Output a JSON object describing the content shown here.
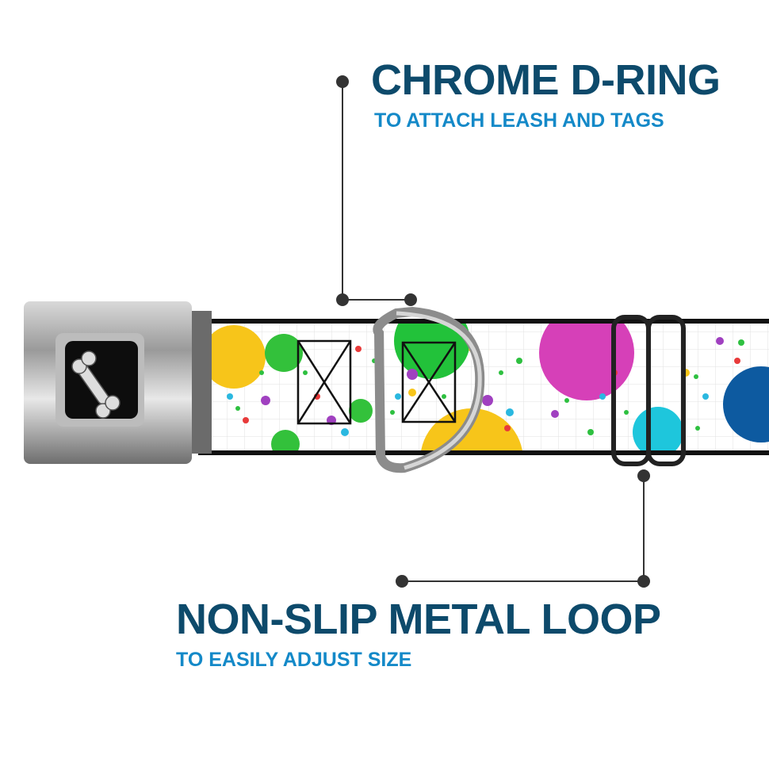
{
  "callouts": [
    {
      "title": "CHROME D-RING",
      "subtitle": "TO ATTACH LEASH AND TAGS"
    },
    {
      "title": "NON-SLIP METAL LOOP",
      "subtitle": "TO EASILY ADJUST SIZE"
    }
  ],
  "colors": {
    "title": "#0d4a6b",
    "subtitle": "#1489c8",
    "leader": "#333333"
  }
}
